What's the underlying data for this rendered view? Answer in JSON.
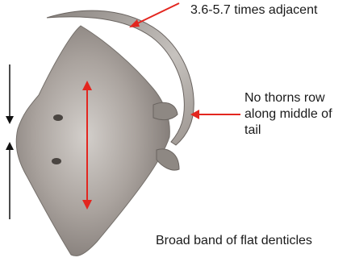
{
  "annotations": {
    "tail_length": "3.6-5.7 times adjacent",
    "no_thorns": [
      "No thorns row",
      "along middle of",
      "tail"
    ],
    "denticles": "Broad band of flat denticles"
  },
  "colors": {
    "arrow_red": "#e3261f",
    "arrow_black": "#111111",
    "body_light": "#c9c5c1",
    "body_mid": "#9b948f",
    "body_dark": "#6e6864"
  },
  "subject": "stingray-dorsal-view"
}
